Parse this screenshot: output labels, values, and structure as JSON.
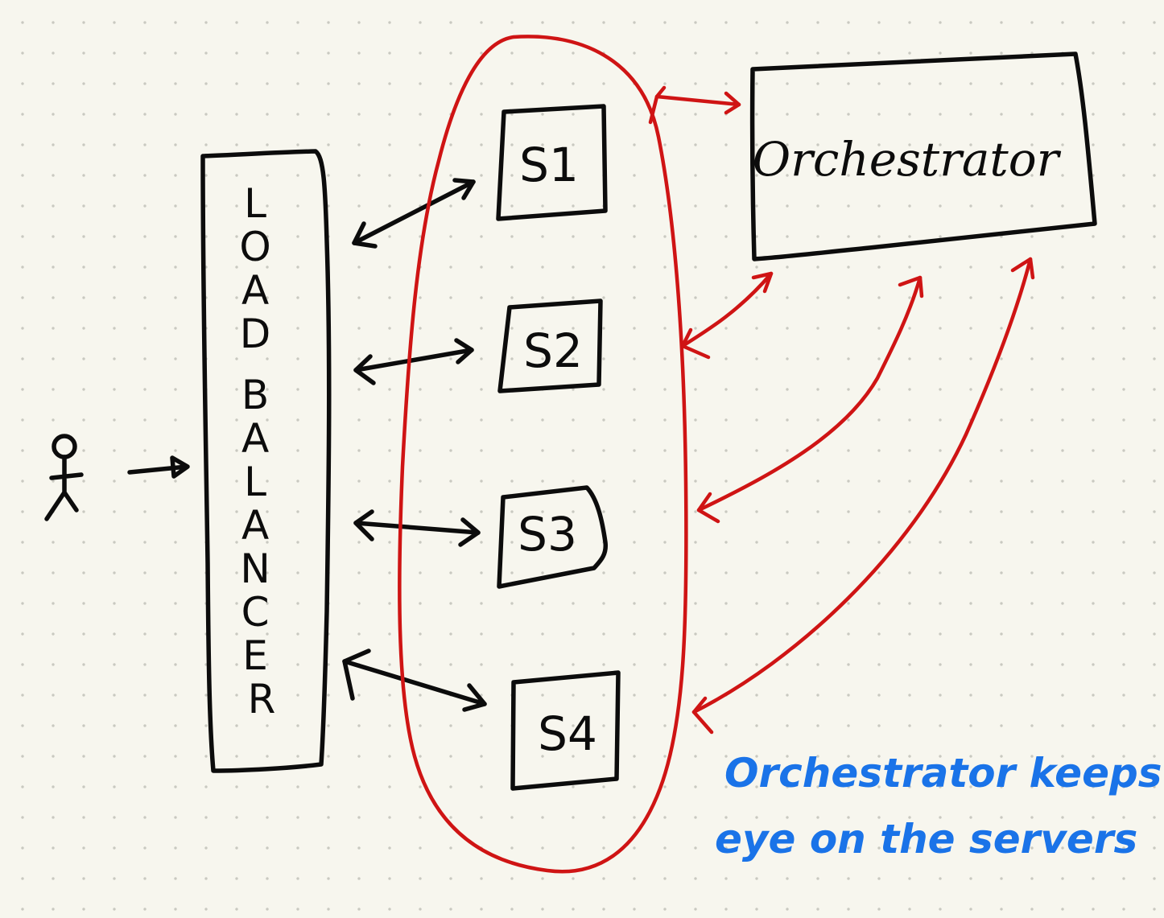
{
  "diagram": {
    "load_balancer": {
      "label": "LOAD BALANCER"
    },
    "servers": [
      {
        "label": "S1"
      },
      {
        "label": "S2"
      },
      {
        "label": "S3"
      },
      {
        "label": "S4"
      }
    ],
    "orchestrator": {
      "label": "Orchestrator"
    },
    "note": {
      "line1": "Orchestrator keeps",
      "line2": "eye on the servers"
    },
    "colors": {
      "ink": "#0c0c0c",
      "server_group_outline": "#cf1414",
      "note_text": "#1a73e8",
      "paper": "#f7f6ee"
    },
    "icons": [
      "user-stick-figure-icon"
    ]
  }
}
